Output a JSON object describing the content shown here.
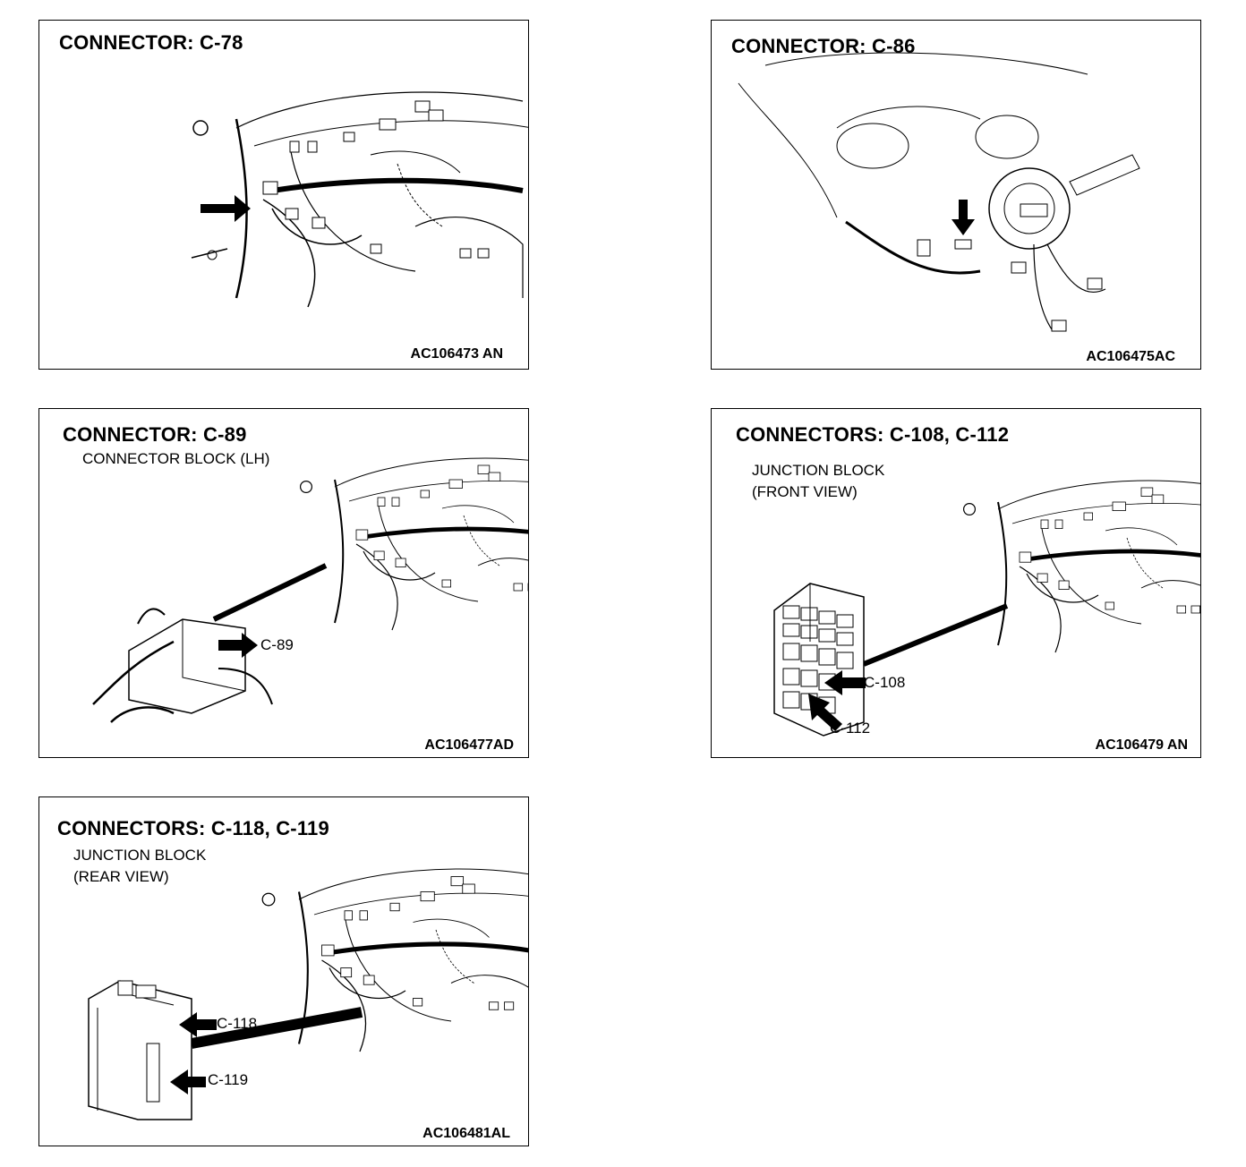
{
  "panels": [
    {
      "title": "CONNECTOR: C-78",
      "code": "AC106473 AN"
    },
    {
      "title": "CONNECTOR: C-86",
      "code": "AC106475AC"
    },
    {
      "title": "CONNECTOR: C-89",
      "subtitle": "CONNECTOR BLOCK (LH)",
      "labels": [
        "C-89"
      ],
      "code": "AC106477AD"
    },
    {
      "title": "CONNECTORS: C-108, C-112",
      "subtitle_lines": [
        "JUNCTION BLOCK",
        "(FRONT VIEW)"
      ],
      "labels": [
        "C-108",
        "C-112"
      ],
      "code": "AC106479 AN"
    },
    {
      "title": "CONNECTORS: C-118, C-119",
      "subtitle_lines": [
        "JUNCTION BLOCK",
        "(REAR VIEW)"
      ],
      "labels": [
        "C-118",
        "C-119"
      ],
      "code": "AC106481AL"
    }
  ]
}
